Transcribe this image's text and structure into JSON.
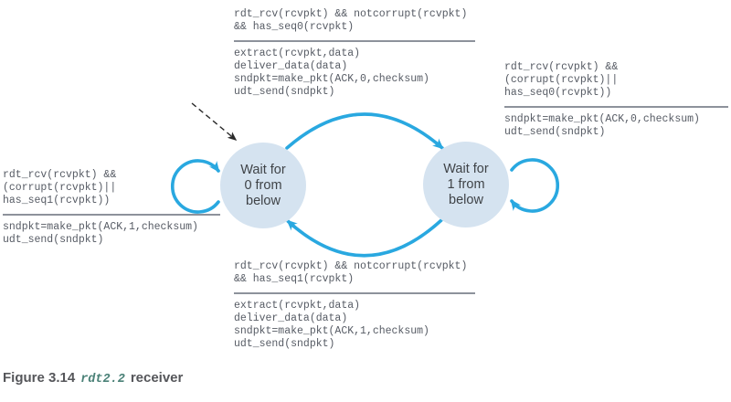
{
  "figure": {
    "states": [
      {
        "id": "wait-0",
        "label": "Wait for\n0 from\nbelow"
      },
      {
        "id": "wait-1",
        "label": "Wait for\n1 from\nbelow"
      }
    ],
    "transitions": {
      "top": {
        "condition": "rdt_rcv(rcvpkt) && notcorrupt(rcvpkt)\n&& has_seq0(rcvpkt)",
        "action": "extract(rcvpkt,data)\ndeliver_data(data)\nsndpkt=make_pkt(ACK,0,checksum)\nudt_send(sndpkt)"
      },
      "right": {
        "condition": "rdt_rcv(rcvpkt) &&\n(corrupt(rcvpkt)||\nhas_seq0(rcvpkt))",
        "action": "sndpkt=make_pkt(ACK,0,checksum)\nudt_send(sndpkt)"
      },
      "left": {
        "condition": "rdt_rcv(rcvpkt) &&\n(corrupt(rcvpkt)||\nhas_seq1(rcvpkt))",
        "action": "sndpkt=make_pkt(ACK,1,checksum)\nudt_send(sndpkt)"
      },
      "bottom": {
        "condition": "rdt_rcv(rcvpkt) && notcorrupt(rcvpkt)\n&& has_seq1(rcvpkt)",
        "action": "extract(rcvpkt,data)\ndeliver_data(data)\nsndpkt=make_pkt(ACK,1,checksum)\nudt_send(sndpkt)"
      }
    },
    "caption": {
      "prefix": "Figure 3.14",
      "code": "rdt2.2",
      "suffix": "receiver"
    }
  },
  "colors": {
    "arrow": "#29a8e0",
    "state_fill": "#d5e3f0",
    "code_text": "#565b64",
    "divider": "#8d929b",
    "state_text": "#3f4347",
    "caption_text": "#55565a",
    "caption_code": "#4a8177",
    "bg": "#ffffff"
  }
}
